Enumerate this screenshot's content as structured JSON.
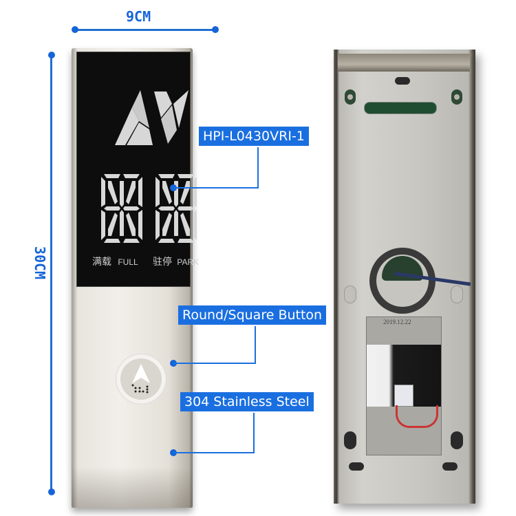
{
  "dimensions": {
    "width_label": "9CM",
    "height_label": "30CM"
  },
  "front_panel": {
    "display": {
      "logo": "AV-logo",
      "digits": [
        "8",
        "8"
      ],
      "indicators": [
        {
          "zh": "满载",
          "en": "FULL"
        },
        {
          "zh": "驻停",
          "en": "PARK"
        }
      ]
    },
    "button": {
      "icon": "arrow-up-icon",
      "braille": "braille-dots"
    }
  },
  "callouts": [
    {
      "label": "HPI-L0430VRI-1",
      "target": "display"
    },
    {
      "label": "Round/Square Button",
      "target": "button"
    },
    {
      "label": "304 Stainless Steel",
      "target": "panel-material"
    }
  ],
  "back_panel": {
    "sticker_text": "2019.12.22"
  },
  "colors": {
    "accent_blue": "#1a6fe0",
    "display_bg": "#0d0d0d",
    "segment": "#d8d8d8"
  }
}
